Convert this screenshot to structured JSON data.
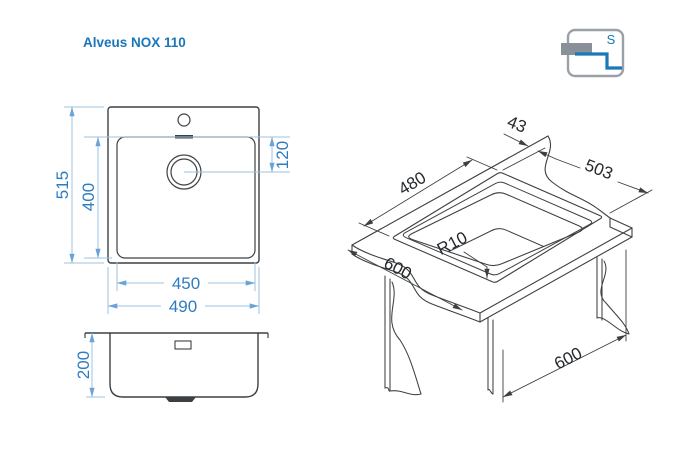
{
  "title": "Alveus NOX 110",
  "logo": {
    "letter": "S",
    "meaning": "flush-mount-installation-icon"
  },
  "colors": {
    "accent_blue": "#1a76ba",
    "dimension_line_blue": "#9dc3e0",
    "dimension_text_blue": "#2d7cc1",
    "drawing_line_dark": "#3d4043"
  },
  "top_view": {
    "overall_height": "515",
    "bowl_height": "400",
    "drain_offset": "120",
    "bowl_width": "450",
    "overall_width": "490"
  },
  "side_view": {
    "bowl_depth": "200"
  },
  "iso_view": {
    "edge_gap": "43",
    "cutout_length": "503",
    "cutout_width": "480",
    "corner_radius": "R10",
    "worktop_depth": "600",
    "cabinet_width": "600"
  }
}
